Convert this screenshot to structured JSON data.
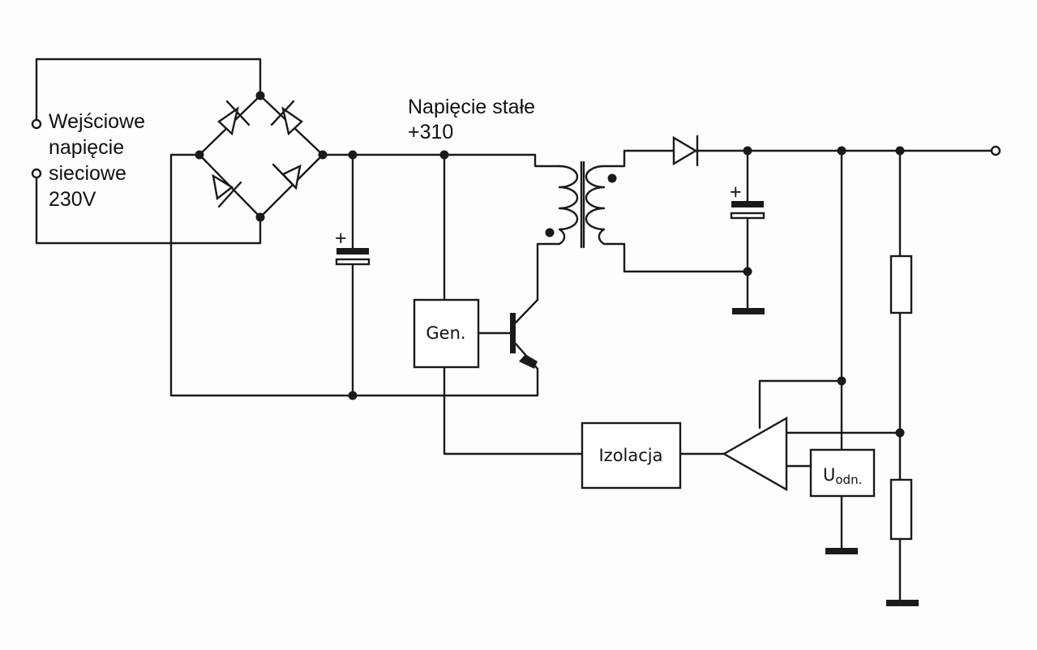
{
  "labels": {
    "input": [
      "Wejściowe",
      "napięcie",
      "sieciowe",
      "230V"
    ],
    "dc_bus": [
      "Napięcie stałe",
      "+310"
    ],
    "generator": "Gen.",
    "isolation": "Izolacja",
    "reference": {
      "main": "U",
      "sub": "odn."
    },
    "plus": "+"
  },
  "icons": [
    "diode-icon",
    "capacitor-icon",
    "resistor-icon",
    "transformer-icon",
    "transistor-icon",
    "amplifier-icon",
    "ground-icon",
    "terminal-icon",
    "junction-dot-icon"
  ],
  "colors": {
    "ink": "#1a1a1a",
    "paper": "#fdfdfd"
  }
}
